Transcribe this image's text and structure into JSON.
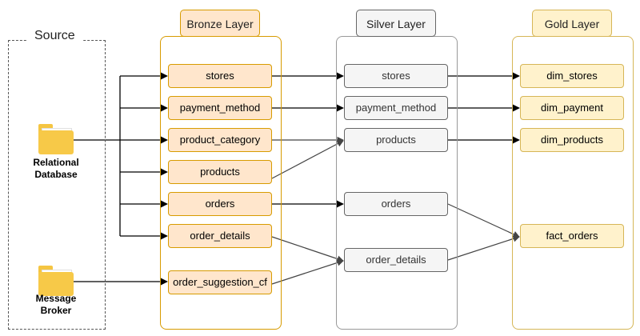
{
  "source": {
    "title": "Source",
    "items": [
      {
        "label": "Relational\nDatabase",
        "icon": "folder-icon"
      },
      {
        "label": "Message\nBroker",
        "icon": "folder-icon"
      }
    ]
  },
  "bronze": {
    "title": "Bronze Layer",
    "nodes": [
      "stores",
      "payment_method",
      "product_category",
      "products",
      "orders",
      "order_details",
      "order_suggestion_cf"
    ]
  },
  "silver": {
    "title": "Silver Layer",
    "nodes": [
      "stores",
      "payment_method",
      "products",
      "orders",
      "order_details"
    ]
  },
  "gold": {
    "title": "Gold Layer",
    "nodes": [
      "dim_stores",
      "dim_payment",
      "dim_products",
      "fact_orders"
    ]
  },
  "colors": {
    "bronze_fill": "#ffe6cc",
    "bronze_border": "#d79b00",
    "silver_fill": "#f5f5f5",
    "silver_border": "#666666",
    "gold_fill": "#fff2cc",
    "gold_border": "#d6b656",
    "connector": "#000000"
  }
}
